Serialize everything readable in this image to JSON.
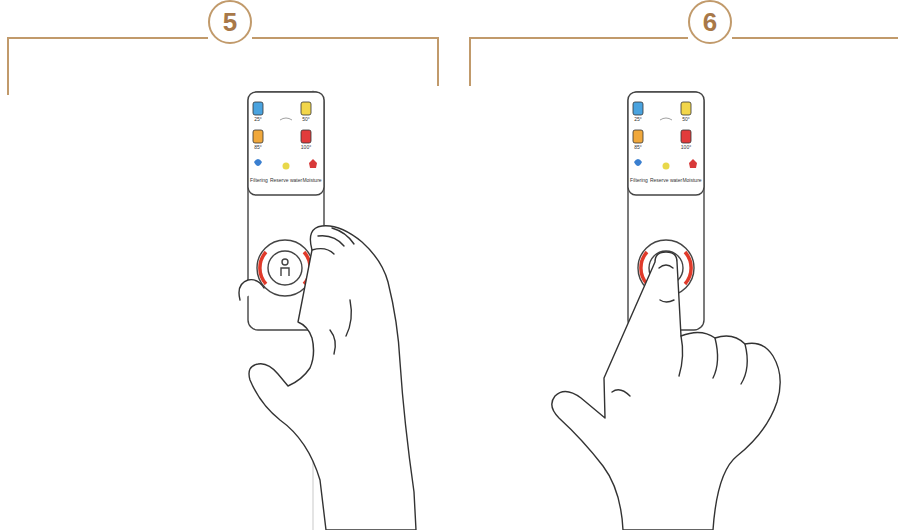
{
  "diagram": {
    "nodes": [
      {
        "text": [
          "5"
        ]
      },
      {
        "text": [
          "6"
        ]
      }
    ],
    "labels": [
      "25°",
      "50°",
      "85°",
      "100°",
      "Filtering",
      "Reserve water",
      "Moisture",
      "25°",
      "50°",
      "85°",
      "100°",
      "Filtering",
      "Reserve water",
      "Moisture"
    ]
  }
}
